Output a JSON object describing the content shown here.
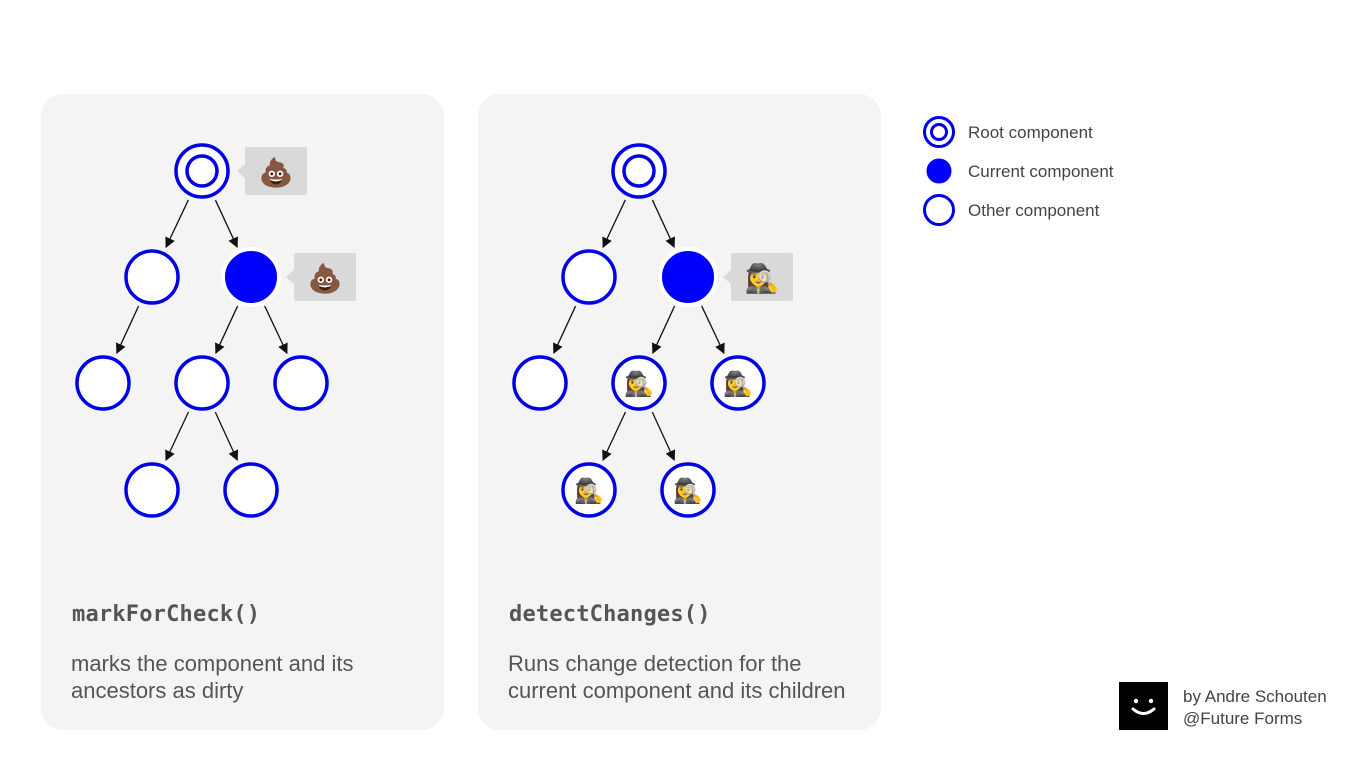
{
  "colors": {
    "node_stroke": "#0000e6",
    "node_fill": "#ffffff",
    "current_fill": "#0000ff",
    "panel_bg": "#f4f4f4",
    "text": "#555555",
    "edge": "#111111",
    "bubble": "#d9d9d9"
  },
  "panels": [
    {
      "title": "markForCheck()",
      "description": "marks the component and its ancestors as dirty",
      "badge_emoji": "💩",
      "child_emoji": "",
      "marked_nodes": "root, current"
    },
    {
      "title": "detectChanges()",
      "description": "Runs change detection for the current component and its children",
      "badge_emoji": "🕵️‍♀️",
      "child_emoji": "🕵️‍♀️",
      "marked_nodes": "current, descendants of current"
    }
  ],
  "legend": [
    {
      "icon": "root-component-icon",
      "label": "Root component"
    },
    {
      "icon": "current-component-icon",
      "label": "Current component"
    },
    {
      "icon": "other-component-icon",
      "label": "Other component"
    }
  ],
  "footer": {
    "line1": "by Andre Schouten",
    "line2": "@Future Forms"
  }
}
